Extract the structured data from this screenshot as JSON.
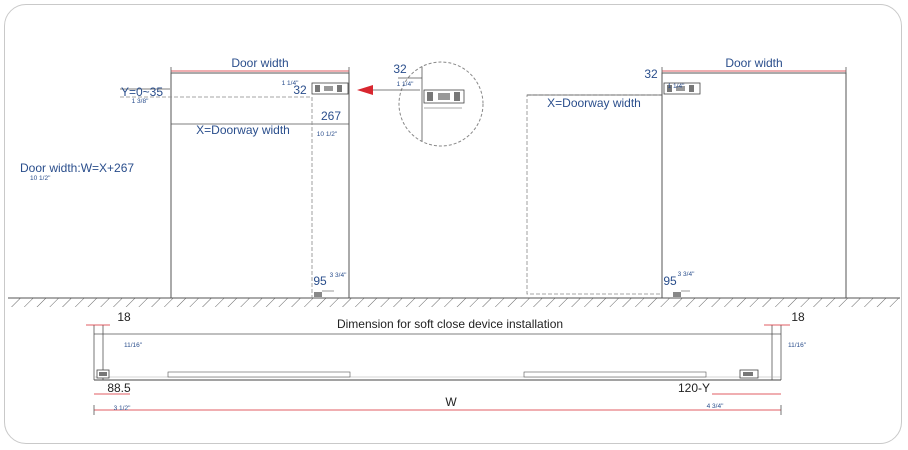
{
  "left_panel": {
    "door_width_label": "Door width",
    "dim_32": "32",
    "dim_32_inch": "1 1/4\"",
    "y_label": "Y=0~35",
    "y_inch": "1 3/8\"",
    "dim_267": "267",
    "dim_267_inch": "10 1/2\"",
    "x_label": "X=Doorway width",
    "dim_95": "95",
    "dim_95_inch": "3 3/4\""
  },
  "formula": {
    "text": "Door width:W=X+267",
    "inch": "10 1/2\""
  },
  "detail": {
    "dim_32": "32",
    "dim_32_inch": "1 1/4\""
  },
  "right_panel": {
    "door_width_label": "Door width",
    "dim_32": "32",
    "dim_32_inch": "1 1/4\"",
    "x_label": "X=Doorway width",
    "dim_95": "95",
    "dim_95_inch": "3 3/4\""
  },
  "bottom": {
    "title": "Dimension for soft close device installation",
    "left_18": "18",
    "left_18_inch": "11/16\"",
    "right_18": "18",
    "right_18_inch": "11/16\"",
    "dim_88_5": "88.5",
    "dim_88_5_inch": "3 1/2\"",
    "dim_120": "120-Y",
    "dim_120_inch": "4 3/4\"",
    "w": "W"
  },
  "colors": {
    "accent": "#2a4e8c",
    "arrow": "#d8262f",
    "line": "#555555"
  }
}
